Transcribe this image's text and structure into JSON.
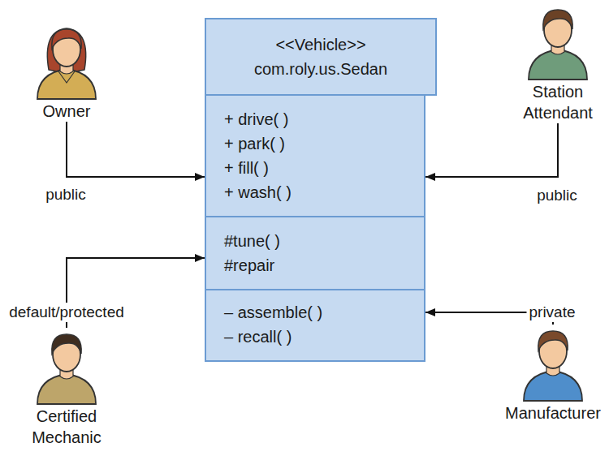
{
  "diagram": {
    "nodes": [
      {
        "text": [
          "Owner"
        ]
      },
      {
        "text": [
          "<<Vehicle>>",
          "com.roly.us.Sedan"
        ]
      },
      {
        "text": [
          "+ drive( )",
          "+ park( )",
          "+ fill( )",
          "+ wash( )"
        ]
      },
      {
        "text": [
          "#tune( )",
          "#repair"
        ]
      },
      {
        "text": [
          "– assemble( )",
          "– recall( )"
        ]
      },
      {
        "text": [
          "Station Attendant"
        ]
      },
      {
        "text": [
          "Certified Mechanic"
        ]
      },
      {
        "text": [
          "Manufacturer"
        ]
      }
    ],
    "edges": [
      {
        "from": 0,
        "to": 2,
        "label": "public",
        "arrow": "to"
      },
      {
        "from": 5,
        "to": 2,
        "label": "public",
        "arrow": "to"
      },
      {
        "from": 6,
        "to": 3,
        "label": "default/protected",
        "arrow": "to"
      },
      {
        "from": 7,
        "to": 4,
        "label": "private",
        "arrow": "to"
      }
    ]
  }
}
